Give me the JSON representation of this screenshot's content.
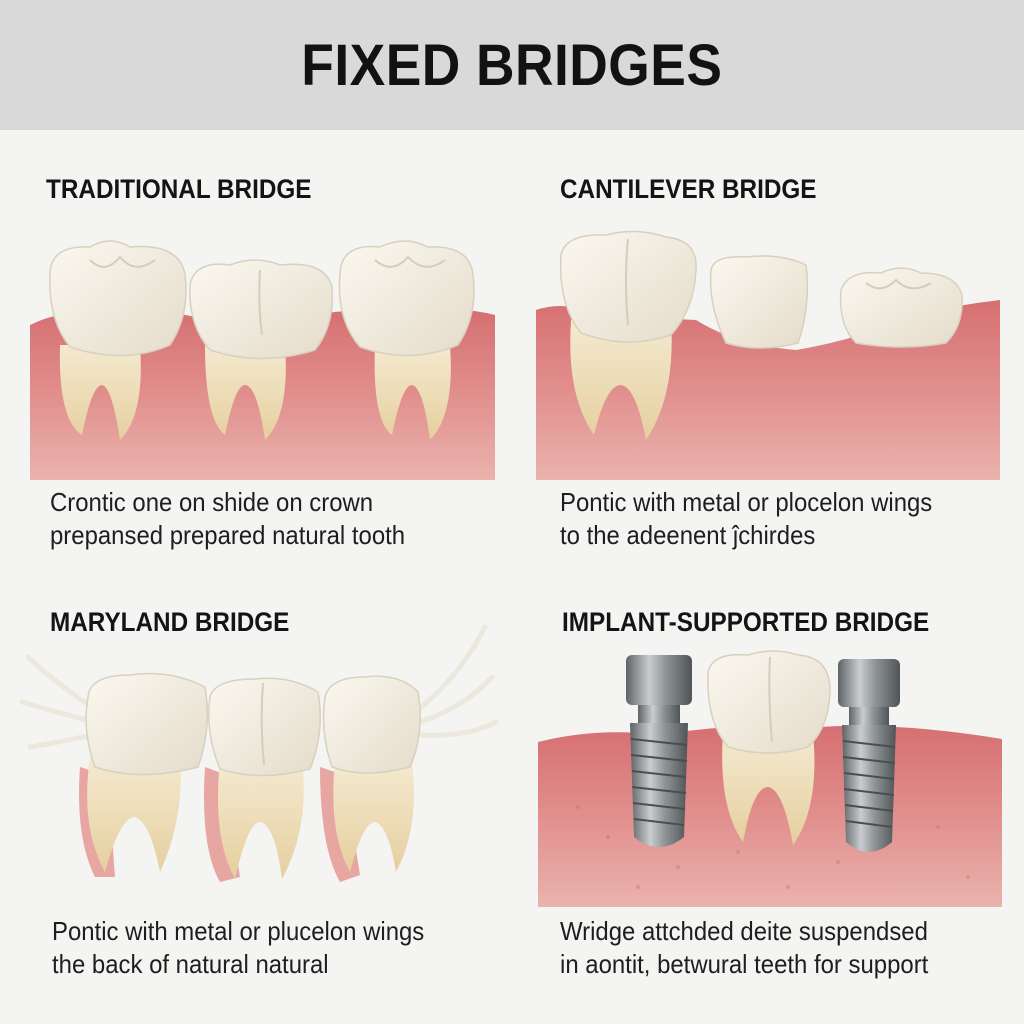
{
  "header": {
    "title": "FIXED BRIDGES"
  },
  "panels": [
    {
      "title": "TRADITIONAL BRIDGE",
      "desc_line1": "Crontic one on shide on crown",
      "desc_line2": "prepansed prepared natural tooth"
    },
    {
      "title": "CANTILEVER BRIDGE",
      "desc_line1": "Pontic with metal or plocelon wings",
      "desc_line2": "to the adeenent ĵchirdes"
    },
    {
      "title": "MARYLAND BRIDGE",
      "desc_line1": "Pontic with metal or plucelon wings",
      "desc_line2": "the back of natural natural"
    },
    {
      "title": "IMPLANT-SUPPORTED BRIDGE",
      "desc_line1": "Wridge attchded deite suspendsed",
      "desc_line2": "in aontit, betwural teeth for support"
    }
  ],
  "colors": {
    "gum": "#d9787a",
    "gum_light": "#eba7a4",
    "tooth": "#f1ece0",
    "root": "#eee0bd",
    "implant": "#8c9194"
  }
}
